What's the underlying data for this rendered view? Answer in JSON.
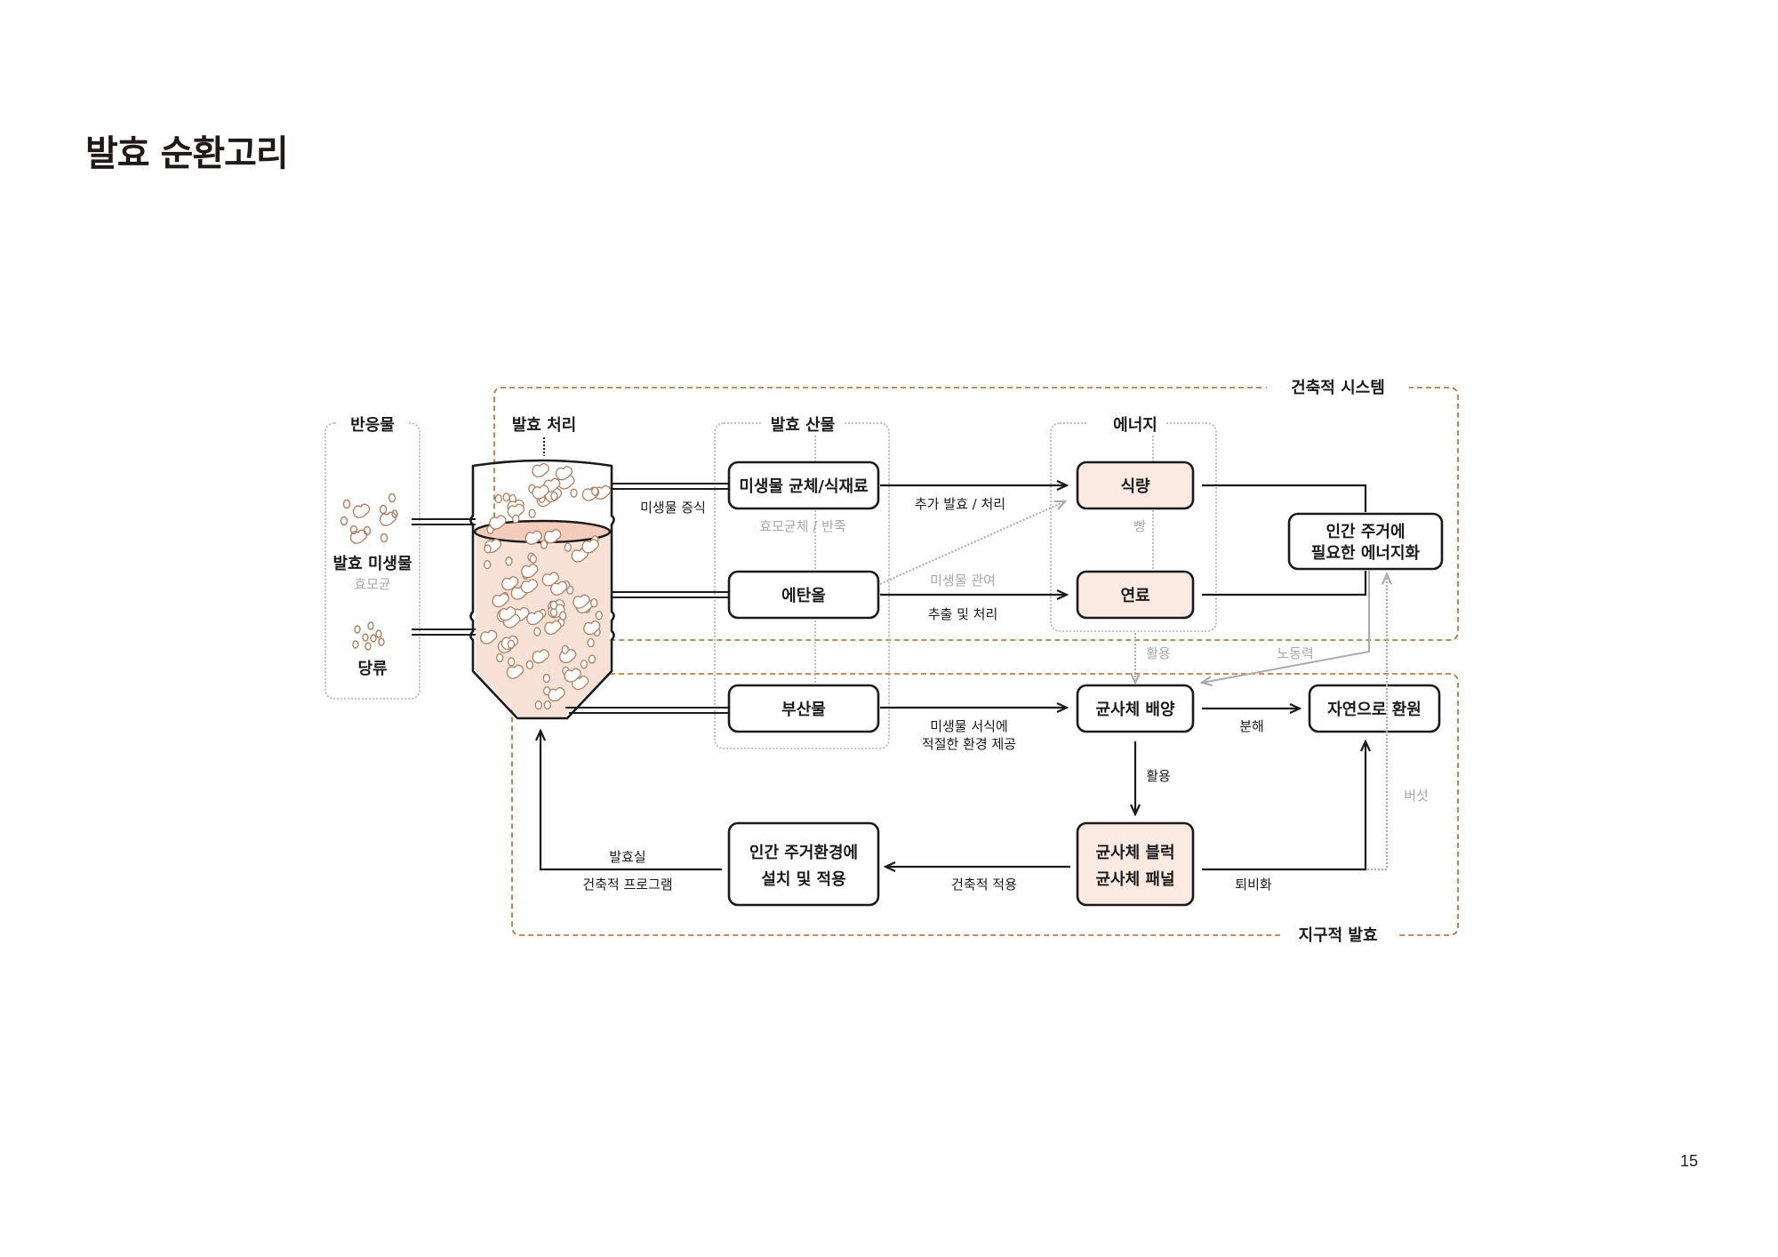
{
  "title": "발효 순환고리",
  "page_number": "15",
  "colors": {
    "ink": "#1a1a1a",
    "system_border": "#b5652b",
    "group_border": "#b0b0b0",
    "gray_text": "#a8a8a8",
    "highlight_fill": "#fbeae2",
    "tank_fill": "#f8e2d8",
    "particle_stroke": "#b08060"
  },
  "systems": {
    "architectural": "건축적 시스템",
    "earth": "지구적 발효"
  },
  "groups": {
    "reactants": "반응물",
    "fermentation_process": "발효 처리",
    "fermentation_products": "발효 산물",
    "energy": "에너지"
  },
  "reactants": {
    "microbes": "발효 미생물",
    "microbes_sub": "효모균",
    "sugars": "당류"
  },
  "nodes": {
    "microbial_biomass": "미생물 균체/식재료",
    "ethanol": "에탄올",
    "byproduct": "부산물",
    "food": "식량",
    "fuel": "연료",
    "energy_for_habitat": [
      "인간 주거에",
      "필요한 에너지화"
    ],
    "mycelium_culture": "균사체 배양",
    "return_to_nature": "자연으로 환원",
    "mycelium_block": [
      "균사체 블럭",
      "균사체 패널"
    ],
    "habitat_install": [
      "인간 주거환경에",
      "설치 및 적용"
    ]
  },
  "edges": {
    "microbial_growth": "미생물 증식",
    "yeast_bran": "효모균체 / 반죽",
    "extra_fermentation": "추가 발효 / 처리",
    "bread": "빵",
    "microbial_involvement": "미생물 관여",
    "extraction": "추출 및 처리",
    "utilize_gray": "활용",
    "labor": "노동력",
    "decomposition": "분해",
    "utilize": "활용",
    "mushroom": "버섯",
    "habitat_env": [
      "미생물 서식에",
      "적절한 환경 제공"
    ],
    "composting": "퇴비화",
    "arch_application": "건축적 적용",
    "fermentation_room": "발효실",
    "arch_program": "건축적 프로그램"
  }
}
